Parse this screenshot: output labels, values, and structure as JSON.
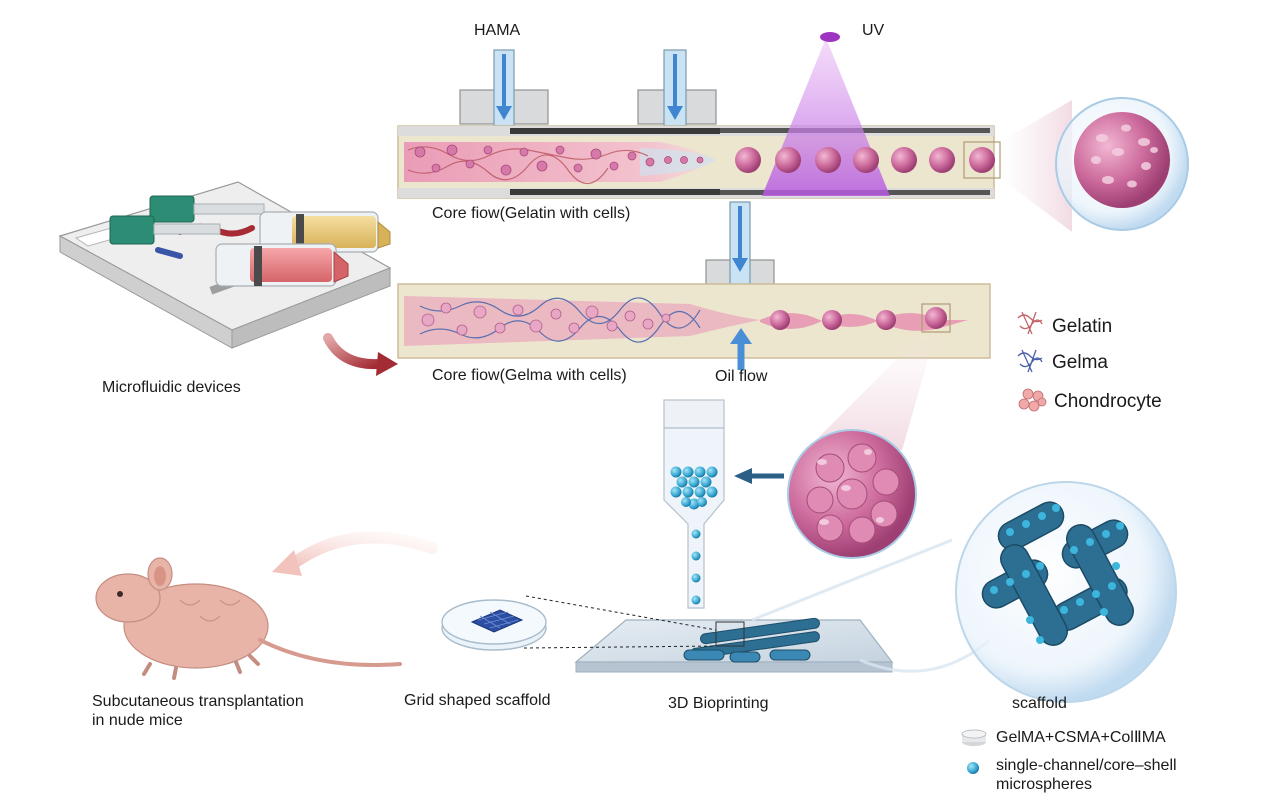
{
  "labels": {
    "hama": "HAMA",
    "uv": "UV",
    "core_flow_gelatin": "Core fiow(Gelatin with cells)",
    "core_flow_gelma": "Core fiow(Gelma with cells)",
    "oil_flow": "Oil flow",
    "microfluidic_devices": "Microfluidic devices",
    "subcutaneous_line1": "Subcutaneous transplantation",
    "subcutaneous_line2": "in nude mice",
    "grid_scaffold": "Grid shaped scaffold",
    "bioprinting": "3D Bioprinting",
    "scaffold": "scaffold"
  },
  "legend_top": [
    {
      "label": "Gelatin"
    },
    {
      "label": "Gelma"
    },
    {
      "label": "Chondrocyte"
    }
  ],
  "legend_bottom": [
    {
      "label": "GelMA+CSMA+ColⅡMA"
    },
    {
      "label": "single-channel/core–shell"
    },
    {
      "label": "microspheres"
    }
  ],
  "colors": {
    "channel_fill": "#ede6cf",
    "channel_border": "#c9b994",
    "core_pink": "#e79bb3",
    "microsphere": "#c25a90",
    "uv_purple": "#c77de0",
    "scaffold_blue": "#2d6f93",
    "bead_blue": "#3cb6dc",
    "arrow_red": "#b2353a",
    "inlet_arrow": "#4a8fd6",
    "mouse_skin": "#e9b4a8"
  },
  "icons": [
    "syringe-pump-icon",
    "microsphere-icon",
    "mouse-icon",
    "petri-dish-icon",
    "bioprinter-nozzle-icon",
    "scaffold-icon"
  ]
}
